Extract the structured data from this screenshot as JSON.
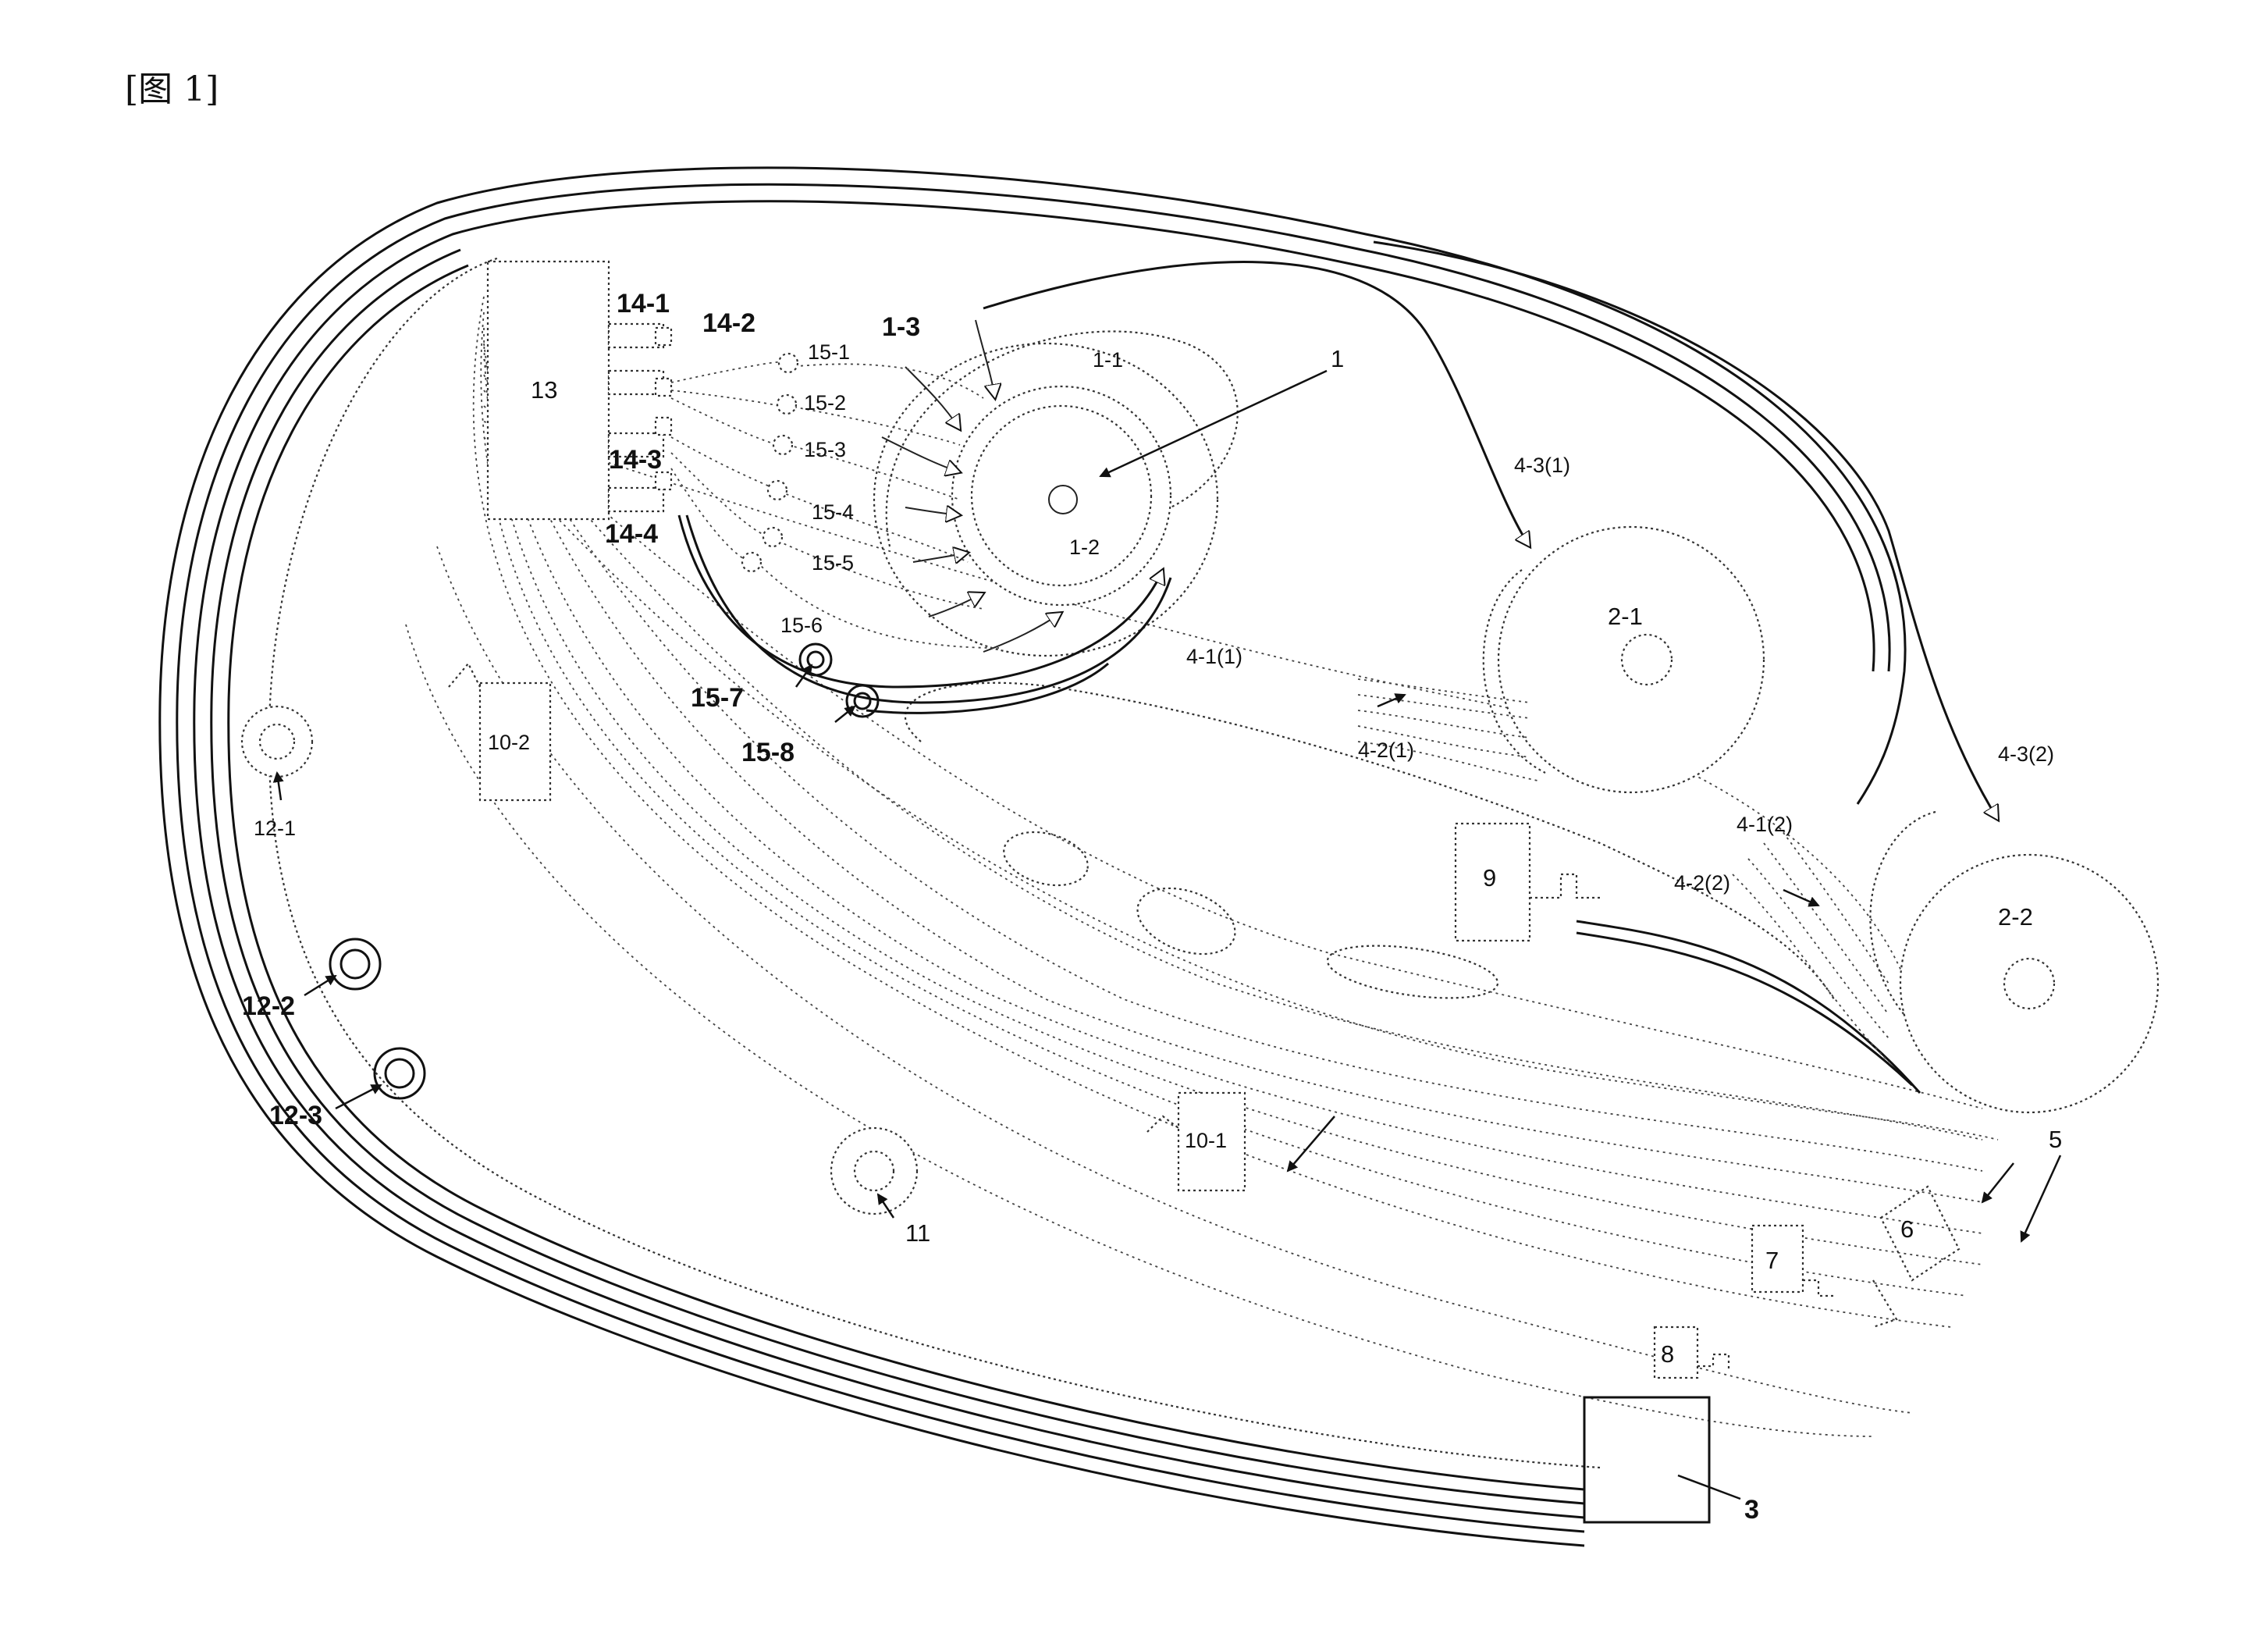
{
  "figure": {
    "caption": "[图 1]"
  },
  "labels": {
    "n1": "1",
    "n1_1": "1-1",
    "n1_2": "1-2",
    "n1_3": "1-3",
    "n2_1": "2-1",
    "n2_2": "2-2",
    "n3": "3",
    "n4_1_1": "4-1(1)",
    "n4_1_2": "4-1(2)",
    "n4_2_1": "4-2(1)",
    "n4_2_2": "4-2(2)",
    "n4_3_1": "4-3(1)",
    "n4_3_2": "4-3(2)",
    "n5": "5",
    "n6": "6",
    "n7": "7",
    "n8": "8",
    "n9": "9",
    "n10_1": "10-1",
    "n10_2": "10-2",
    "n11": "11",
    "n12_1": "12-1",
    "n12_2": "12-2",
    "n12_3": "12-3",
    "n13": "13",
    "n14_1": "14-1",
    "n14_2": "14-2",
    "n14_3": "14-3",
    "n14_4": "14-4",
    "n15_1": "15-1",
    "n15_2": "15-2",
    "n15_3": "15-3",
    "n15_4": "15-4",
    "n15_5": "15-5",
    "n15_6": "15-6",
    "n15_7": "15-7",
    "n15_8": "15-8"
  }
}
